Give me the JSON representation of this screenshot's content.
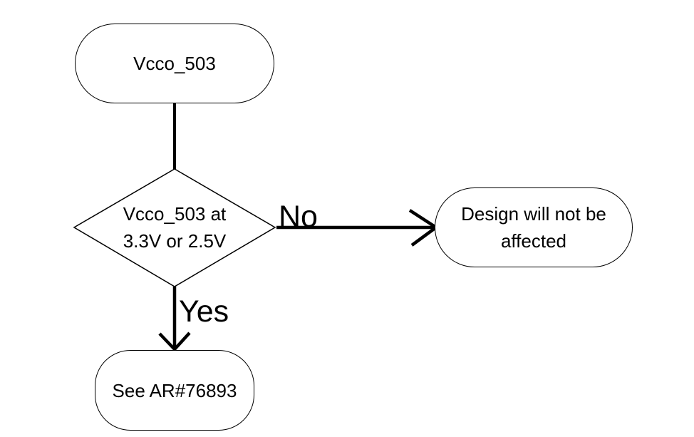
{
  "diagram": {
    "type": "flowchart",
    "nodes": {
      "start": {
        "shape": "stadium",
        "label": "Vcco_503"
      },
      "decision": {
        "shape": "diamond",
        "line1": "Vcco_503 at",
        "line2": "3.3V or 2.5V"
      },
      "no_result": {
        "shape": "stadium",
        "line1": "Design will not be",
        "line2": "affected"
      },
      "yes_result": {
        "shape": "stadium",
        "label": "See AR#76893"
      }
    },
    "edges": {
      "start_to_decision": {
        "label": ""
      },
      "no_branch": {
        "label": "No",
        "from": "decision",
        "to": "no_result"
      },
      "yes_branch": {
        "label": "Yes",
        "from": "decision",
        "to": "yes_result"
      }
    },
    "colors": {
      "stroke": "#000000",
      "background": "#ffffff",
      "text": "#000000"
    }
  }
}
